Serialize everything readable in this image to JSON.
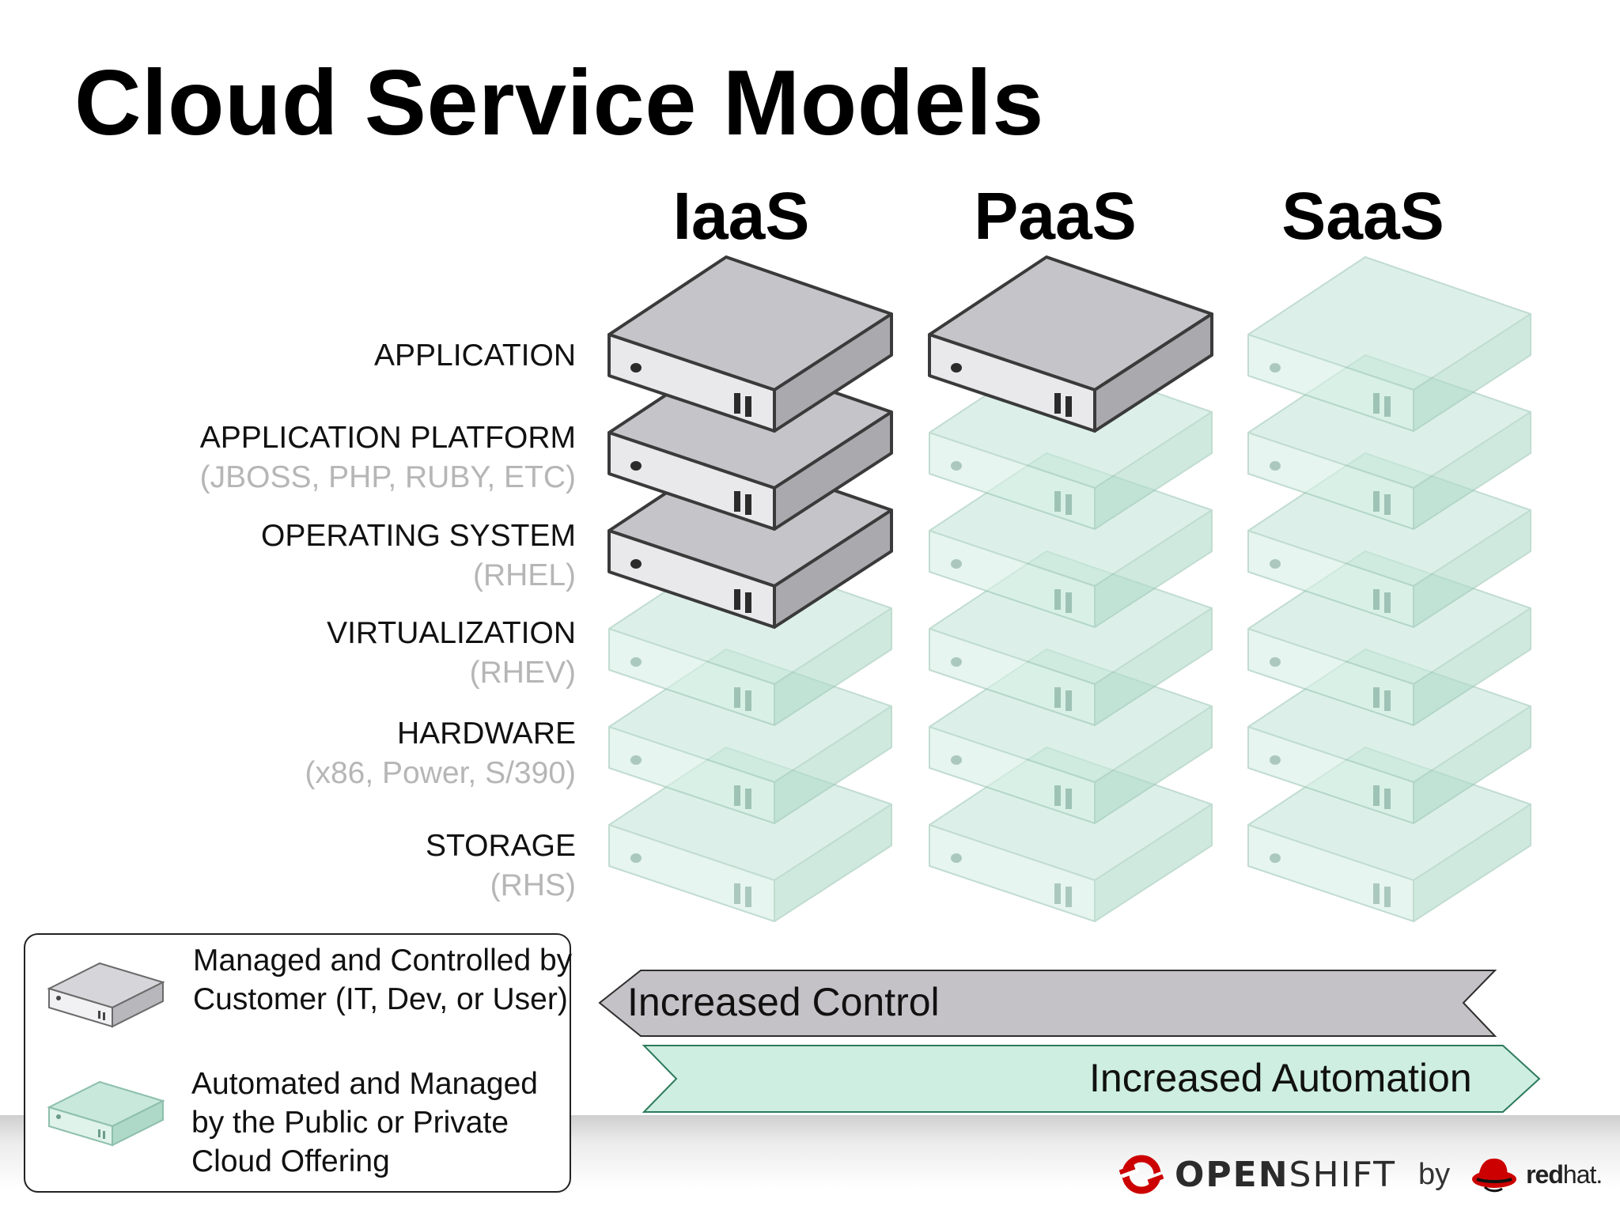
{
  "title": "Cloud Service Models",
  "columns": [
    {
      "name": "IaaS",
      "managed_by_customer": 3
    },
    {
      "name": "PaaS",
      "managed_by_customer": 1
    },
    {
      "name": "SaaS",
      "managed_by_customer": 0
    }
  ],
  "layers": [
    {
      "name": "APPLICATION",
      "sub": ""
    },
    {
      "name": "APPLICATION PLATFORM",
      "sub": "(JBOSS, PHP, RUBY, ETC)"
    },
    {
      "name": "OPERATING SYSTEM",
      "sub": "(RHEL)"
    },
    {
      "name": "VIRTUALIZATION",
      "sub": "(RHEV)"
    },
    {
      "name": "HARDWARE",
      "sub": "(x86, Power, S/390)"
    },
    {
      "name": "STORAGE",
      "sub": "(RHS)"
    }
  ],
  "legend": {
    "customer": "Managed and Controlled by Customer (IT, Dev, or User)",
    "cloud": "Automated and Managed by the Public or Private Cloud Offering"
  },
  "arrows": {
    "control": "Increased Control",
    "automation": "Increased Automation"
  },
  "branding": {
    "openshift_bold": "OPEN",
    "openshift_light": "SHIFT",
    "by": "by",
    "redhat_bold": "red",
    "redhat_light": "hat."
  },
  "colors": {
    "customer_server": "#c4c4c9",
    "cloud_server": "#c8e8dc",
    "control_arrow": "#c4c2c7",
    "automation_arrow": "#cdeee0",
    "brand_red": "#cc0000"
  }
}
